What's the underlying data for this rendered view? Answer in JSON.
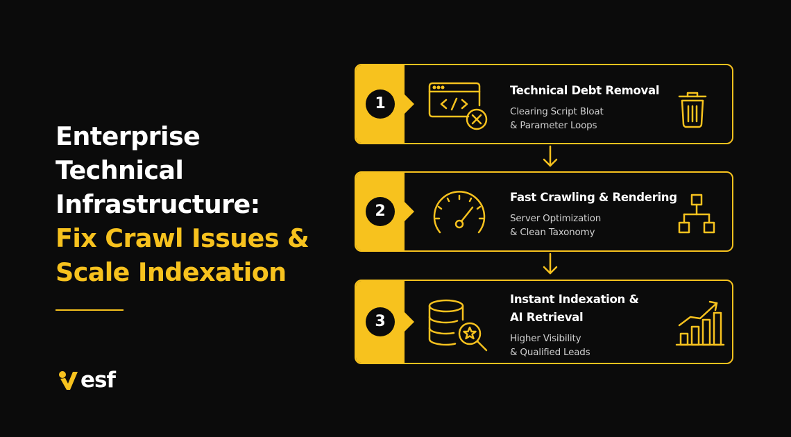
{
  "headline": {
    "line1": "Enterprise",
    "line2": "Technical",
    "line3": "Infrastructure:",
    "line4": "Fix Crawl Issues &",
    "line5": "Scale Indexation"
  },
  "logo": {
    "text": "esf"
  },
  "colors": {
    "accent": "#f7c21e",
    "background": "#0b0b0b",
    "text": "#ffffff"
  },
  "steps": [
    {
      "number": "1",
      "title": "Technical Debt Removal",
      "desc1": "Clearing Script Bloat",
      "desc2": "& Parameter Loops",
      "main_icon": "code-window-error-icon",
      "side_icon": "trash-icon"
    },
    {
      "number": "2",
      "title": "Fast Crawling & Rendering",
      "desc1": "Server Optimization",
      "desc2": "& Clean Taxonomy",
      "main_icon": "speedometer-icon",
      "side_icon": "sitemap-icon"
    },
    {
      "number": "3",
      "title1": "Instant Indexation &",
      "title2": "AI Retrieval",
      "desc1": "Higher Visibility",
      "desc2": "& Qualified Leads",
      "main_icon": "database-search-icon",
      "side_icon": "growth-chart-icon"
    }
  ]
}
